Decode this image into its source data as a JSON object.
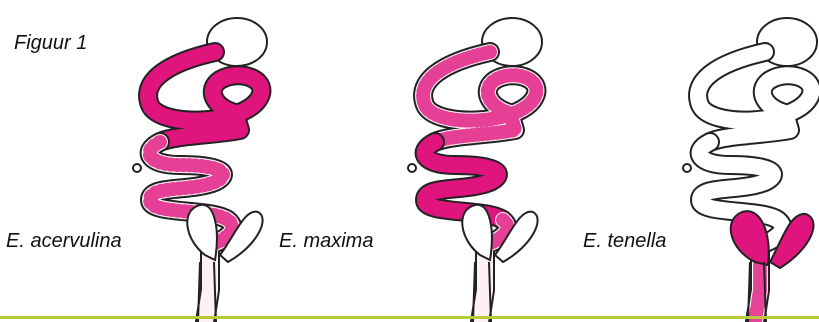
{
  "figure_title": "Figuur 1",
  "panels": [
    {
      "species": "E. acervulina",
      "infected_region": "duodenum"
    },
    {
      "species": "E. maxima",
      "infected_region": "jejunum"
    },
    {
      "species": "E. tenella",
      "infected_region": "caeca"
    }
  ],
  "colors": {
    "infection": "#e0147d",
    "outline": "#222222",
    "rule": "#b5cc3a"
  }
}
